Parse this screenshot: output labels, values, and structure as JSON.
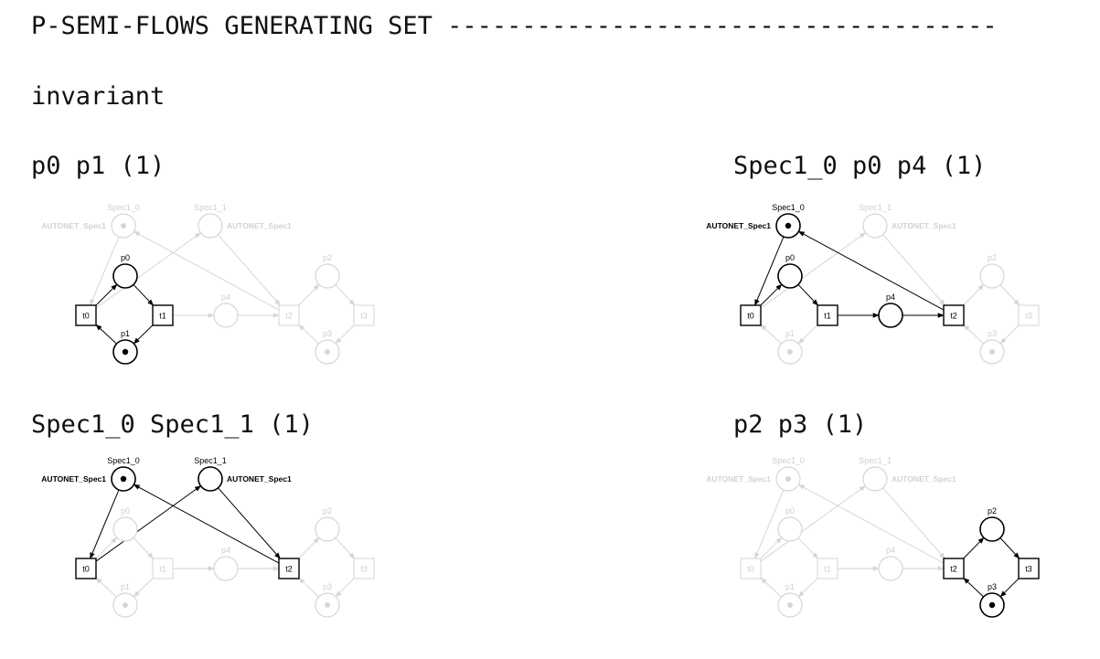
{
  "heading": "P-SEMI-FLOWS GENERATING SET -------------------------------------",
  "subheading": "invariant",
  "net": {
    "places": [
      {
        "id": "AUTONET_Spec1_left",
        "label": "Spec1_0",
        "side": "AUTONET_Spec1"
      },
      {
        "id": "Spec1_1",
        "label": "Spec1_1",
        "side": "AUTONET_Spec1"
      },
      {
        "id": "p0",
        "label": "p0"
      },
      {
        "id": "p1",
        "label": "p1"
      },
      {
        "id": "p4",
        "label": "p4"
      },
      {
        "id": "p2",
        "label": "p2"
      },
      {
        "id": "p3",
        "label": "p3"
      }
    ],
    "transitions": [
      "t0",
      "t1",
      "t2",
      "t3"
    ]
  },
  "invariants": [
    {
      "label": "p0 p1 (1)",
      "highlight": [
        "p0",
        "p1"
      ],
      "transitions": [
        "t0",
        "t1"
      ],
      "marked": [
        "p1"
      ]
    },
    {
      "label": "Spec1_0 p0 p4 (1)",
      "highlight": [
        "Spec1_0",
        "p0",
        "p4"
      ],
      "transitions": [
        "t0",
        "t1",
        "t2"
      ],
      "marked": [
        "Spec1_0"
      ]
    },
    {
      "label": "Spec1_0 Spec1_1 (1)",
      "highlight": [
        "Spec1_0",
        "Spec1_1"
      ],
      "transitions": [
        "t0",
        "t2"
      ],
      "marked": [
        "Spec1_0"
      ]
    },
    {
      "label": "p2 p3 (1)",
      "highlight": [
        "p2",
        "p3"
      ],
      "transitions": [
        "t2",
        "t3"
      ],
      "marked": [
        "p3"
      ]
    }
  ],
  "text": {
    "spec1_0": "Spec1_0",
    "spec1_1": "Spec1_1",
    "autonet": "AUTONET_Spec1",
    "p0": "p0",
    "p1": "p1",
    "p2": "p2",
    "p3": "p3",
    "p4": "p4",
    "t0": "t0",
    "t1": "t1",
    "t2": "t2",
    "t3": "t3"
  }
}
